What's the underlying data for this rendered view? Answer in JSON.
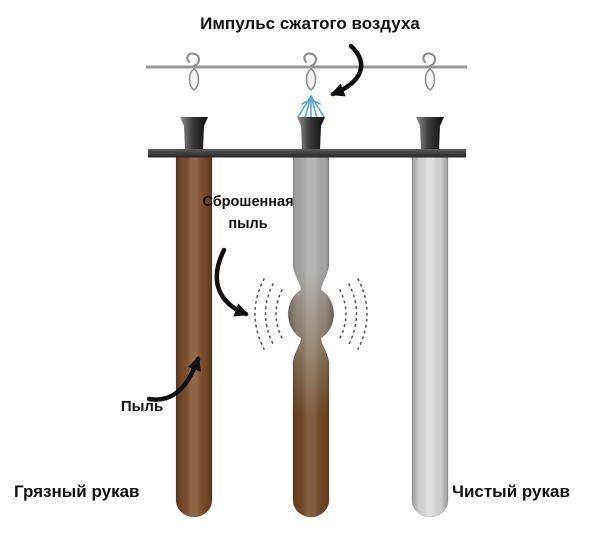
{
  "title": "Импульс сжатого воздуха",
  "labels": {
    "shed_dust": "Сброшенная пыль",
    "dust": "Пыль",
    "dirty_bag": "Грязный рукав",
    "clean_bag": "Чистый рукав"
  },
  "colors": {
    "text": "#111111",
    "arrow": "#111111",
    "pipe": "#999999",
    "hanger_stroke": "#8a8a8a",
    "hanger_fill": "#f5f5f5",
    "air_blue": "#58a8d6",
    "sheet_top": "#5a5a5a",
    "sheet_bottom": "#262626",
    "cone_light": "#909090",
    "cone_mid": "#3a3a3a",
    "cone_dark": "#0f0f0f",
    "dirty_brown": "#7d4e2b",
    "mid_gray_top": "#a9a9a9",
    "mid_blend": "#8d7a65",
    "mid_brown_bottom": "#6e4523",
    "clean_gray": "#d8d8d8",
    "vibration": "#555555"
  }
}
